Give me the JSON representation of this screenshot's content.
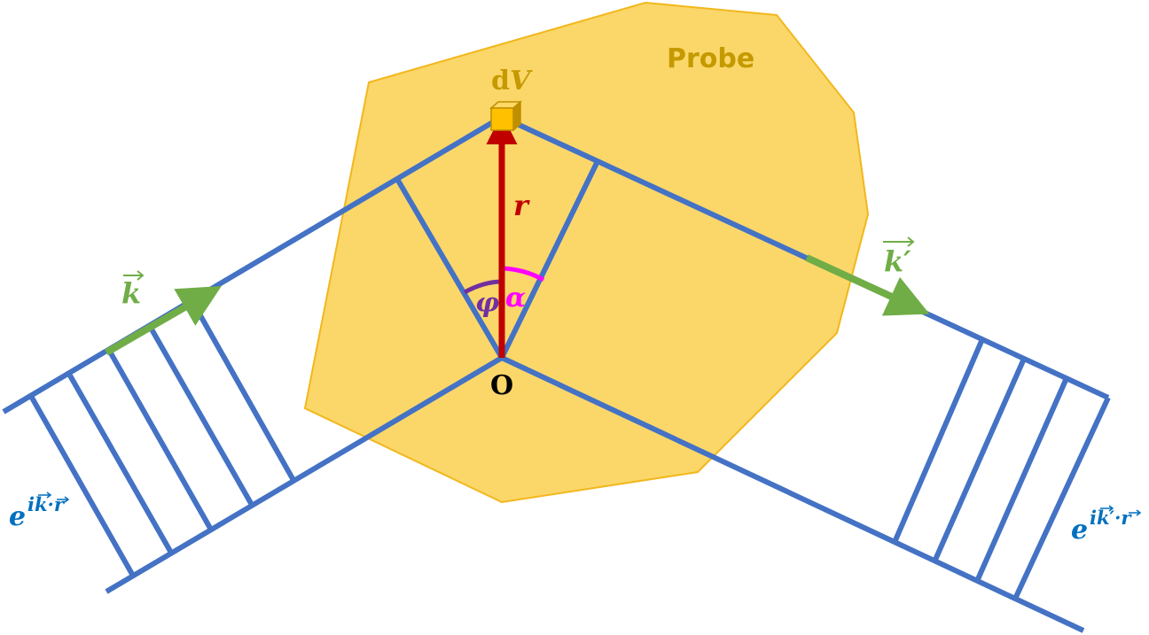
{
  "labels": {
    "probe": "Probe",
    "volume_d": "d",
    "volume_v": "V",
    "radius": "r",
    "origin": "O",
    "angle_phi": "φ",
    "angle_alpha": "α",
    "k_in": "k",
    "k_out": "k",
    "k_out_prime": "′",
    "wave_in_base": "e",
    "wave_in_exp_i": "i",
    "wave_in_exp_k": "k",
    "wave_in_exp_dot": "·",
    "wave_in_exp_r": "r",
    "wave_out_base": "e",
    "wave_out_exp_i": "i",
    "wave_out_exp_k": "k",
    "wave_out_exp_prime": "′",
    "wave_out_exp_dot": "·",
    "wave_out_exp_r": "r"
  },
  "colors": {
    "probe_fill": "#FBD76A",
    "probe_stroke": "#F2B71C",
    "probe_text": "#C49A00",
    "beam": "#4472C4",
    "vector_green": "#70AD47",
    "radius_red": "#C00000",
    "phi_purple": "#7030A0",
    "alpha_magenta": "#FF00FF",
    "wave_text": "#0070C0",
    "origin_text": "#000000"
  }
}
